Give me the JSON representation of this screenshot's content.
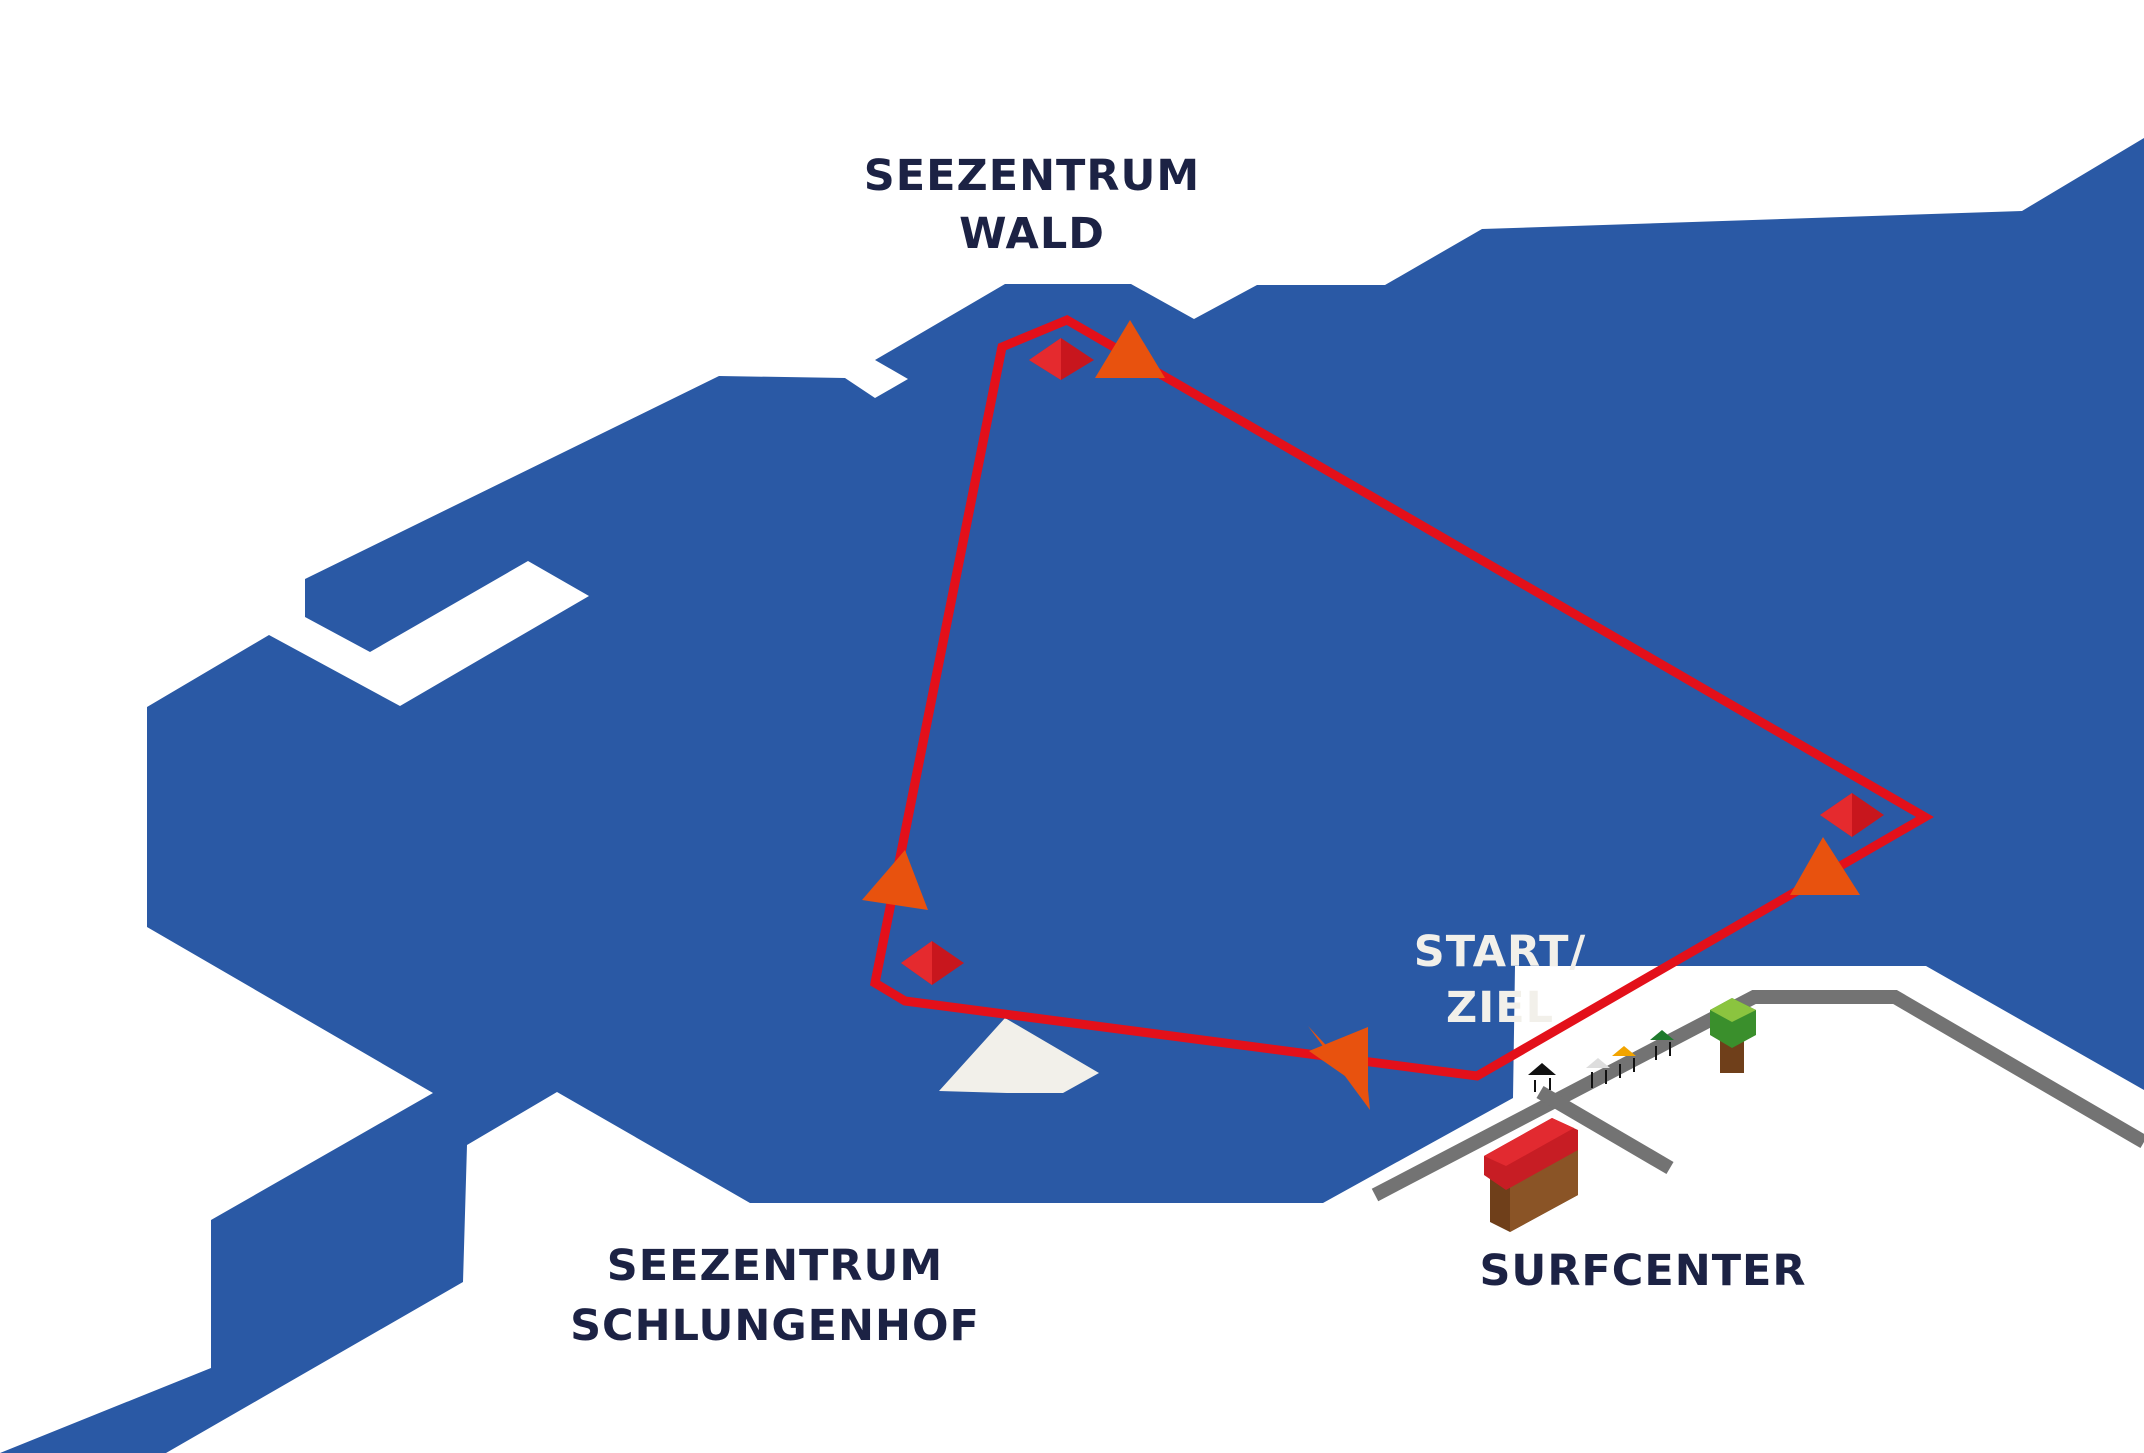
{
  "labels": {
    "wald_line1": "SEEZENTRUM",
    "wald_line2": "WALD",
    "start_line1": "START/",
    "start_line2": "ZIEL",
    "schlungenhof_line1": "SEEZENTRUM",
    "schlungenhof_line2": "SCHLUNGENHOF",
    "surfcenter": "SURFCENTER"
  },
  "colors": {
    "water": "#2a59a5",
    "land": "#ffffff",
    "course_line": "#e3101a",
    "buoy": "#c8161d",
    "direction_arrow": "#e8520e",
    "label_dark": "#1c2244",
    "label_light": "#f2f0ea",
    "road": "#737373",
    "house_roof": "#c71d24",
    "house_wall": "#6f3f1a",
    "tree_crown": "#3a8f2c"
  },
  "legend_symbols": [
    "course-line",
    "turning-buoy",
    "direction-arrow",
    "start-finish",
    "surfcenter-building",
    "tree",
    "flag"
  ]
}
